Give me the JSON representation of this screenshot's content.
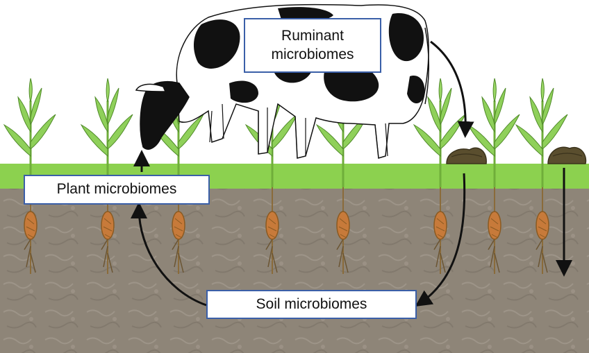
{
  "labels": {
    "ruminant": "Ruminant microbiomes",
    "plant": "Plant microbiomes",
    "soil": "Soil microbiomes"
  },
  "colors": {
    "sky": "#ffffff",
    "grass": "#8cd14f",
    "soil": "#8e8578",
    "plant_stem": "#6fae3a",
    "plant_leaf": "#8fd05a",
    "root": "#c77a3a",
    "manure": "#5a4e2e",
    "box_border": "#3a5fa8",
    "arrow": "#111111",
    "cow_black": "#111111",
    "cow_white": "#ffffff"
  },
  "icons": [
    "cow-icon",
    "plant-icon",
    "manure-icon"
  ]
}
